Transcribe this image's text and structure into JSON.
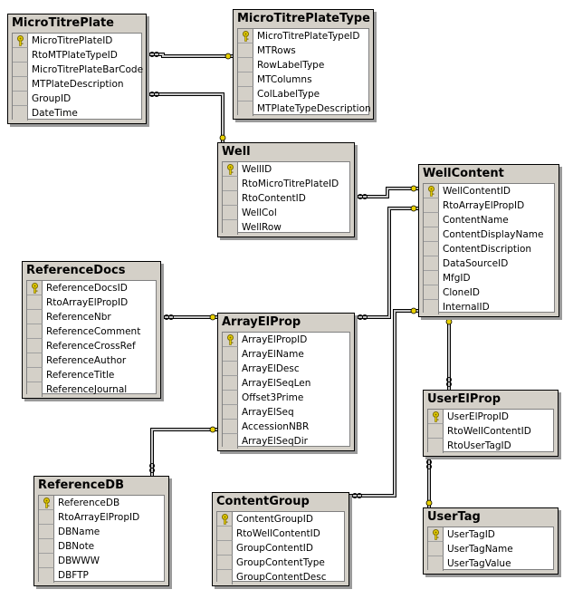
{
  "tables": [
    {
      "title": "MicroTitrePlate",
      "columns": [
        {
          "name": "MicroTitrePlateID",
          "pk": true
        },
        {
          "name": "RtoMTPlateTypeID",
          "pk": false
        },
        {
          "name": "MicroTitrePlateBarCode",
          "pk": false
        },
        {
          "name": "MTPlateDescription",
          "pk": false
        },
        {
          "name": "GroupID",
          "pk": false
        },
        {
          "name": "DateTime",
          "pk": false
        }
      ]
    },
    {
      "title": "MicroTitrePlateType",
      "columns": [
        {
          "name": "MicroTitrePlateTypeID",
          "pk": true
        },
        {
          "name": "MTRows",
          "pk": false
        },
        {
          "name": "RowLabelType",
          "pk": false
        },
        {
          "name": "MTColumns",
          "pk": false
        },
        {
          "name": "ColLabelType",
          "pk": false
        },
        {
          "name": "MTPlateTypeDescription",
          "pk": false
        }
      ]
    },
    {
      "title": "Well",
      "columns": [
        {
          "name": "WellID",
          "pk": true
        },
        {
          "name": "RtoMicroTitrePlateID",
          "pk": false
        },
        {
          "name": "RtoContentID",
          "pk": false
        },
        {
          "name": "WellCol",
          "pk": false
        },
        {
          "name": "WellRow",
          "pk": false
        }
      ]
    },
    {
      "title": "WellContent",
      "columns": [
        {
          "name": "WellContentID",
          "pk": true
        },
        {
          "name": "RtoArrayElPropID",
          "pk": false
        },
        {
          "name": "ContentName",
          "pk": false
        },
        {
          "name": "ContentDisplayName",
          "pk": false
        },
        {
          "name": "ContentDiscription",
          "pk": false
        },
        {
          "name": "DataSourceID",
          "pk": false
        },
        {
          "name": "MfgID",
          "pk": false
        },
        {
          "name": "CloneID",
          "pk": false
        },
        {
          "name": "InternalID",
          "pk": false
        }
      ]
    },
    {
      "title": "ReferenceDocs",
      "columns": [
        {
          "name": "ReferenceDocsID",
          "pk": true
        },
        {
          "name": "RtoArrayElPropID",
          "pk": false
        },
        {
          "name": "ReferenceNbr",
          "pk": false
        },
        {
          "name": "ReferenceComment",
          "pk": false
        },
        {
          "name": "ReferenceCrossRef",
          "pk": false
        },
        {
          "name": "ReferenceAuthor",
          "pk": false
        },
        {
          "name": "ReferenceTitle",
          "pk": false
        },
        {
          "name": "ReferenceJournal",
          "pk": false
        }
      ]
    },
    {
      "title": "ArrayElProp",
      "columns": [
        {
          "name": "ArrayElPropID",
          "pk": true
        },
        {
          "name": "ArrayElName",
          "pk": false
        },
        {
          "name": "ArrayElDesc",
          "pk": false
        },
        {
          "name": "ArrayElSeqLen",
          "pk": false
        },
        {
          "name": "Offset3Prime",
          "pk": false
        },
        {
          "name": "ArrayElSeq",
          "pk": false
        },
        {
          "name": "AccessionNBR",
          "pk": false
        },
        {
          "name": "ArrayElSeqDir",
          "pk": false
        }
      ]
    },
    {
      "title": "UserElProp",
      "columns": [
        {
          "name": "UserElPropID",
          "pk": true
        },
        {
          "name": "RtoWellContentID",
          "pk": false
        },
        {
          "name": "RtoUserTagID",
          "pk": false
        }
      ]
    },
    {
      "title": "ReferenceDB",
      "columns": [
        {
          "name": "ReferenceDB",
          "pk": true
        },
        {
          "name": "RtoArrayElPropID",
          "pk": false
        },
        {
          "name": "DBName",
          "pk": false
        },
        {
          "name": "DBNote",
          "pk": false
        },
        {
          "name": "DBWWW",
          "pk": false
        },
        {
          "name": "DBFTP",
          "pk": false
        }
      ]
    },
    {
      "title": "ContentGroup",
      "columns": [
        {
          "name": "ContentGroupID",
          "pk": true
        },
        {
          "name": "RtoWellContentID",
          "pk": false
        },
        {
          "name": "GroupContentID",
          "pk": false
        },
        {
          "name": "GroupContentType",
          "pk": false
        },
        {
          "name": "GroupContentDesc",
          "pk": false
        }
      ]
    },
    {
      "title": "UserTag",
      "columns": [
        {
          "name": "UserTagID",
          "pk": true
        },
        {
          "name": "UserTagName",
          "pk": false
        },
        {
          "name": "UserTagValue",
          "pk": false
        }
      ]
    }
  ],
  "relationships": [
    {
      "from": "MicroTitrePlate",
      "to": "MicroTitrePlateType"
    },
    {
      "from": "MicroTitrePlate",
      "to": "Well"
    },
    {
      "from": "Well",
      "to": "WellContent"
    },
    {
      "from": "WellContent",
      "to": "ArrayElProp"
    },
    {
      "from": "ReferenceDocs",
      "to": "ArrayElProp"
    },
    {
      "from": "ArrayElProp",
      "to": "ReferenceDB"
    },
    {
      "from": "WellContent",
      "to": "ContentGroup"
    },
    {
      "from": "WellContent",
      "to": "UserElProp"
    },
    {
      "from": "UserElProp",
      "to": "UserTag"
    }
  ]
}
